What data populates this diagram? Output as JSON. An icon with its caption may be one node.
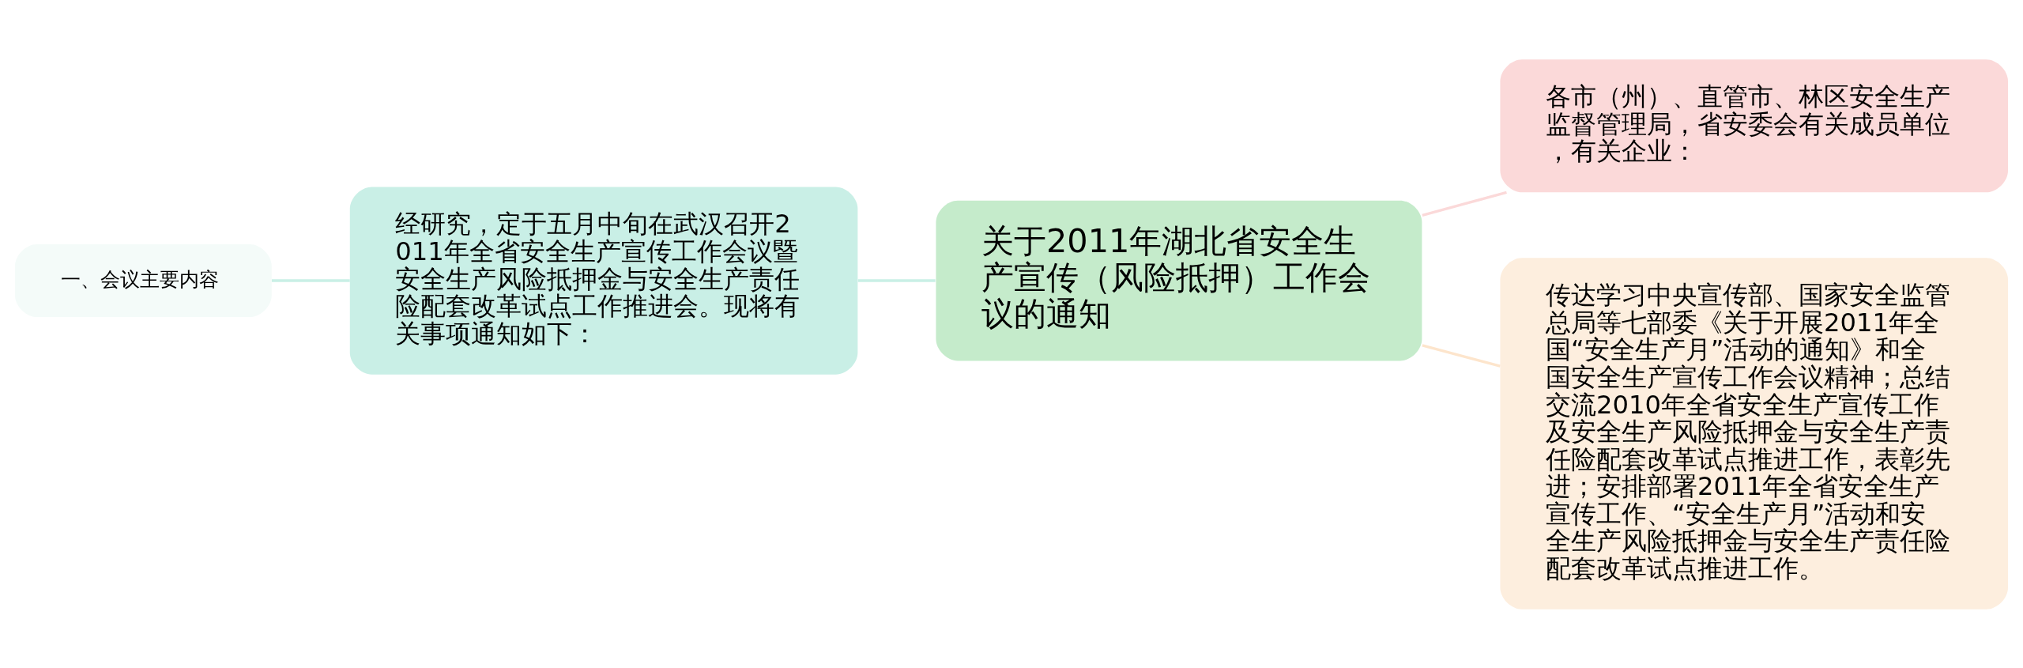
{
  "diagram": {
    "nodes": [
      {
        "text": [
          "一、会议主要内容"
        ]
      },
      {
        "text": [
          "经研究，定于五月中旬在武汉召开2011年全省安全生产宣传工作会议暨安全生产风险抵押金与安全生产责任险配套改革试点工作推进会。现将有关事项通知如下："
        ]
      },
      {
        "text": [
          "关于2011年湖北省安全生产宣传（风险抵押）工作会议的通知"
        ]
      },
      {
        "text": [
          "各市（州）、直管市、林区安全生产监督管理局，省安委会有关成员单位，有关企业："
        ]
      },
      {
        "text": [
          "传达学习中央宣传部、国家安全监管总局等七部委《关于开展2011年全国“安全生产月”活动的通知》和全国安全生产宣传工作会议精神；总结交流2010年全省安全生产宣传工作及安全生产风险抵押金与安全生产责任险配套改革试点推进工作，表彰先进；安排部署2011年全省安全生产宣传工作、“安全生产月”活动和安全生产风险抵押金与安全生产责任险配套改革试点推进工作。"
        ]
      }
    ],
    "edges": [
      {
        "from": 0,
        "to": 1,
        "arrow": "none"
      },
      {
        "from": 1,
        "to": 2,
        "arrow": "none"
      },
      {
        "from": 2,
        "to": 3,
        "arrow": "none"
      },
      {
        "from": 2,
        "to": 4,
        "arrow": "none"
      }
    ]
  }
}
